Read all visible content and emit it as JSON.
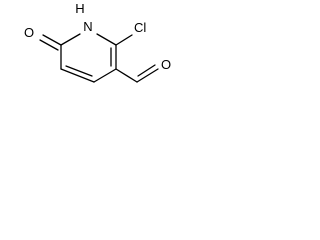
{
  "molecule": {
    "atoms": {
      "ketone_oxygen": "O",
      "ring_nitrogen": "N",
      "ring_nitrogen_hydrogen": "H",
      "chlorine": "Cl",
      "aldehyde_oxygen": "O"
    }
  },
  "colors": {
    "stroke": "#000000",
    "background": "#ffffff"
  }
}
